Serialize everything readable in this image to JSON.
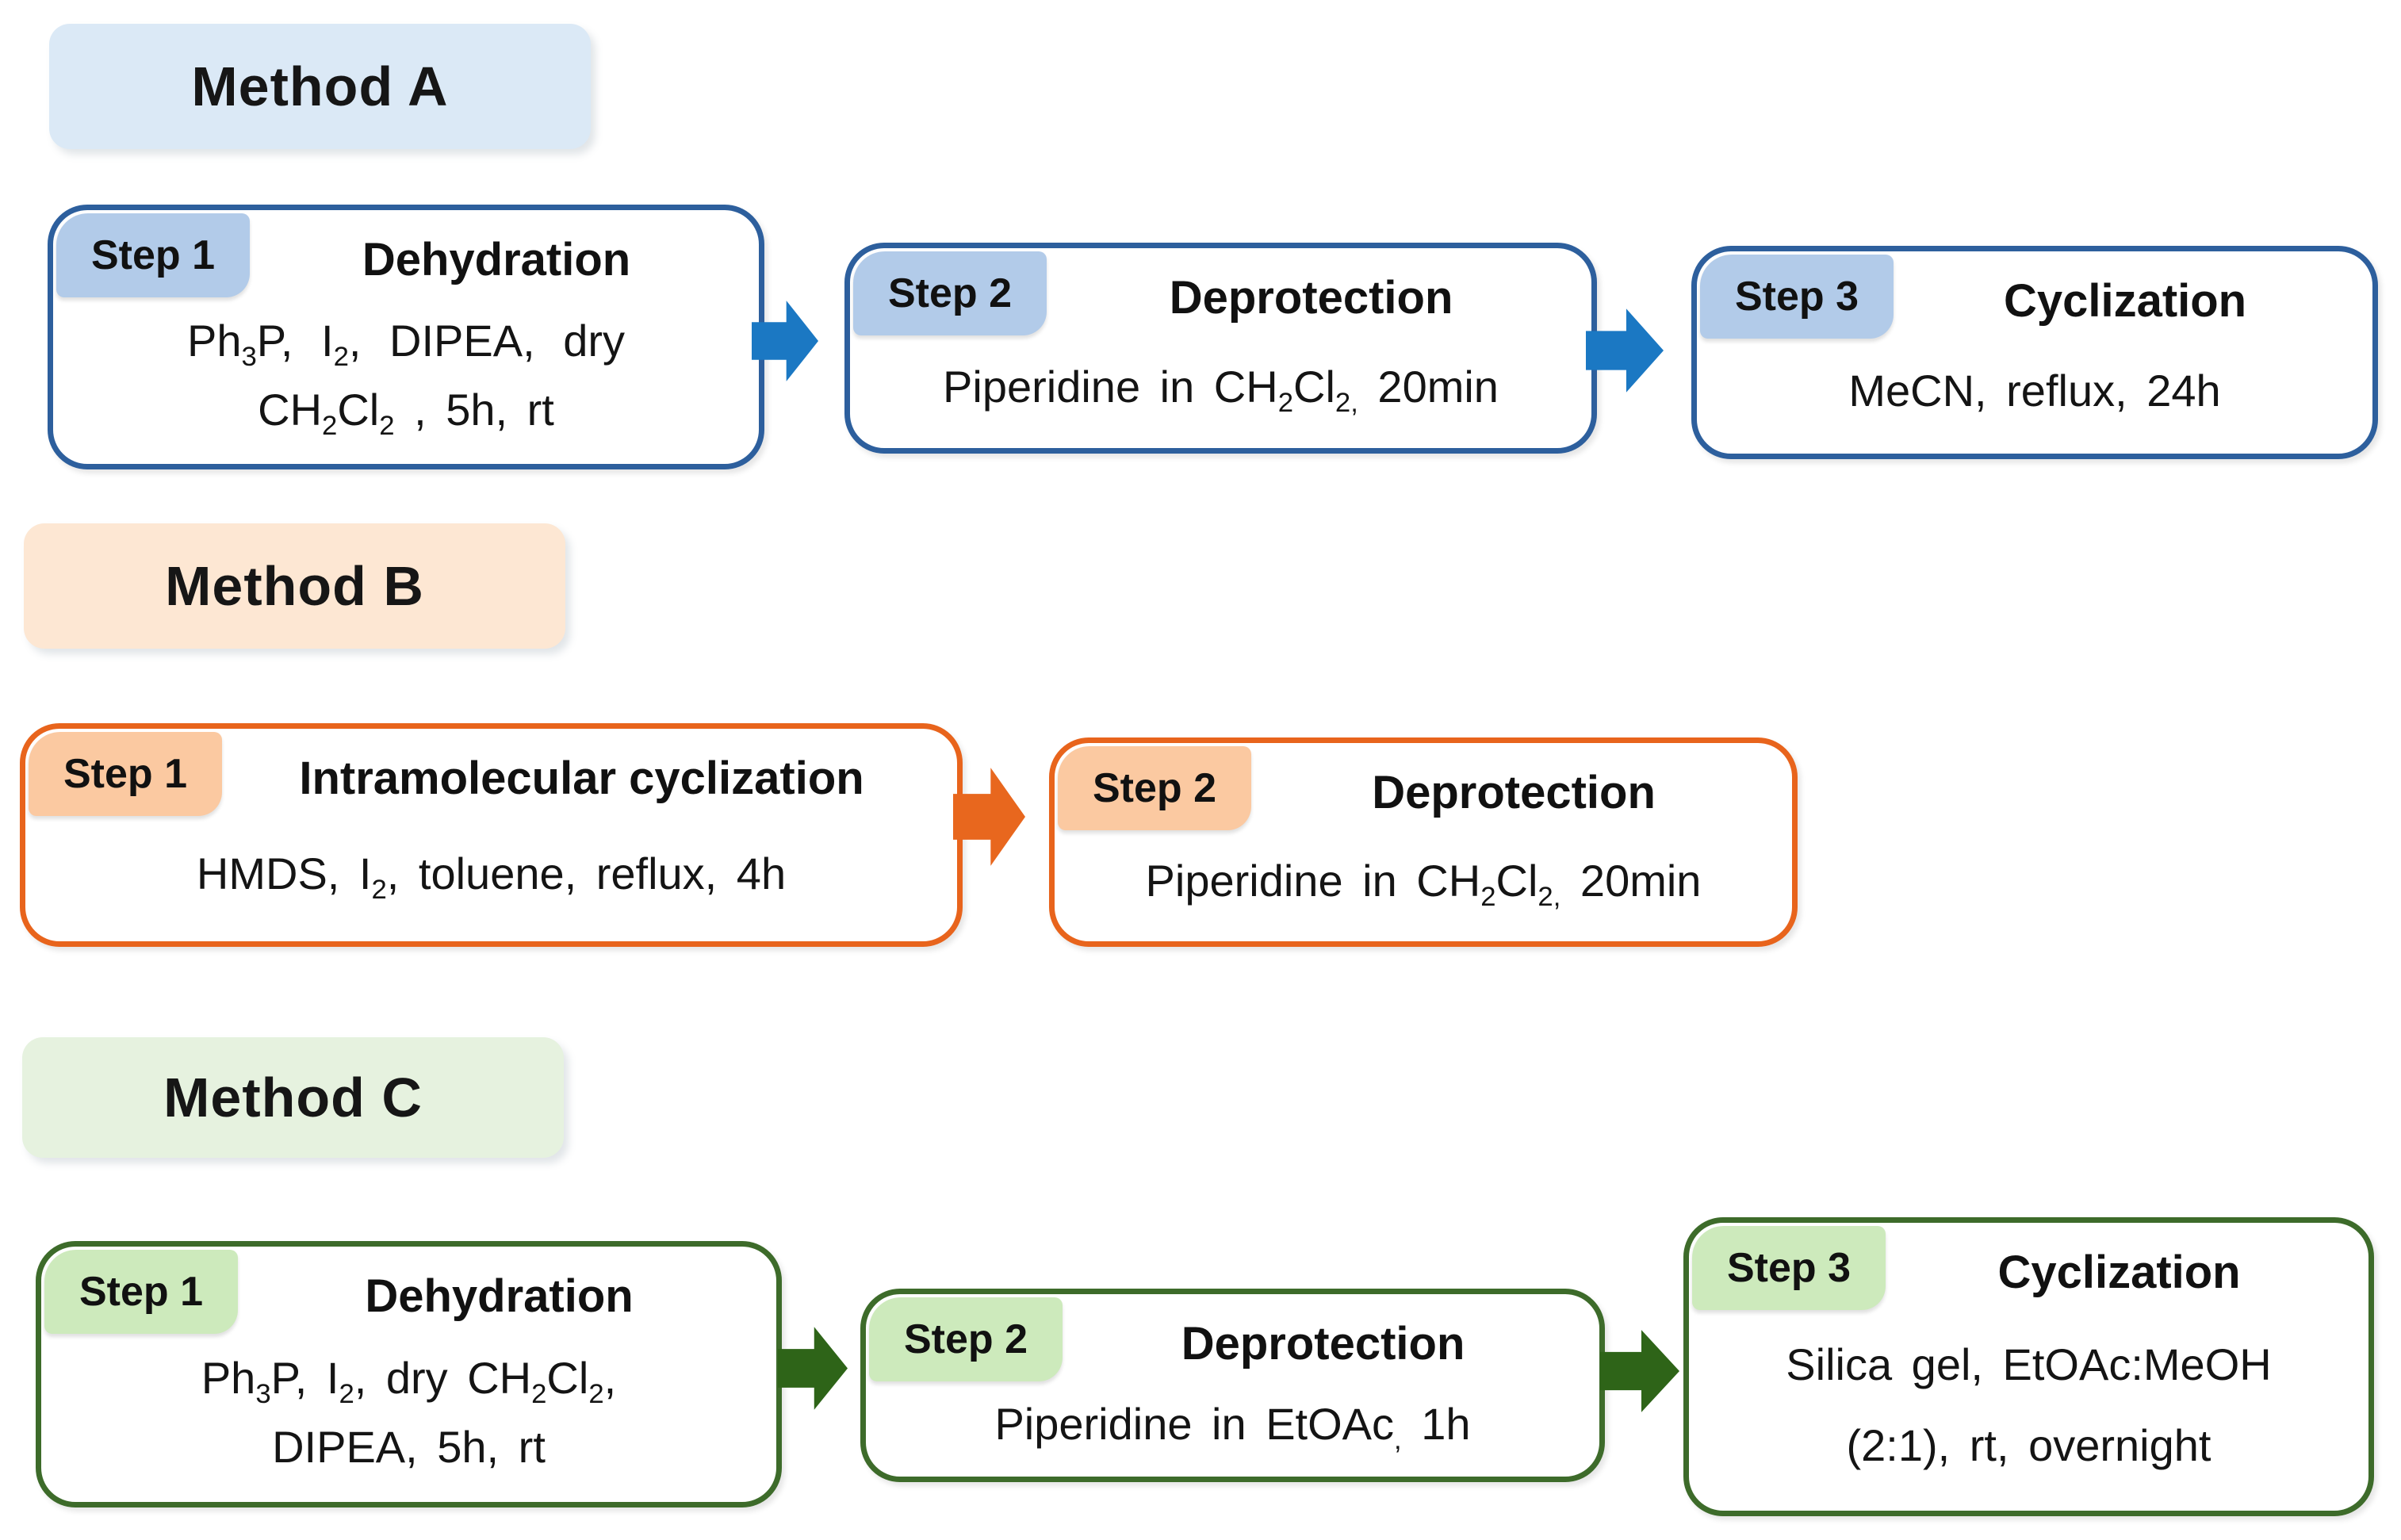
{
  "colors": {
    "blue-label": "#dbe9f6",
    "blue-badge": "#b2cbe9",
    "blue-border": "#2d5f9d",
    "blue-arrow": "#1b78c3",
    "orange-label": "#fde7d3",
    "orange-badge": "#fbc9a1",
    "orange-border": "#e8641c",
    "orange-arrow": "#e8671e",
    "green-label": "#e6f2df",
    "green-badge": "#cdeabc",
    "green-border": "#3d6b2a",
    "green-arrow": "#2e6418"
  },
  "methods": {
    "a": {
      "label": "Method A",
      "step1": {
        "badge": "Step 1",
        "title": "Dehydration",
        "l1a": "Ph",
        "l1sub1": "3",
        "l1b": "P, I",
        "l1sub2": "2",
        "l1c": ", DIPEA, dry",
        "l2a": "CH",
        "l2sub1": "2",
        "l2b": "Cl",
        "l2sub2": "2",
        "l2c": " , 5h, rt"
      },
      "step2": {
        "badge": "Step 2",
        "title": "Deprotection",
        "ba": "Piperidine in CH",
        "bsub1": "2",
        "bb": "Cl",
        "bsub2": "2,",
        "bc": " 20min"
      },
      "step3": {
        "badge": "Step 3",
        "title": "Cyclization",
        "body": "MeCN, reflux, 24h"
      }
    },
    "b": {
      "label": "Method B",
      "step1": {
        "badge": "Step 1",
        "title": "Intramolecular cyclization",
        "ba": "HMDS, I",
        "bsub1": "2",
        "bb": ", toluene, reflux, 4h"
      },
      "step2": {
        "badge": "Step 2",
        "title": "Deprotection",
        "ba": "Piperidine in CH",
        "bsub1": "2",
        "bb": "Cl",
        "bsub2": "2,",
        "bc": " 20min"
      }
    },
    "c": {
      "label": "Method C",
      "step1": {
        "badge": "Step 1",
        "title": "Dehydration",
        "l1a": "Ph",
        "l1sub1": "3",
        "l1b": "P, I",
        "l1sub2": "2",
        "l1c": ", dry CH",
        "l1sub3": "2",
        "l1d": "Cl",
        "l1sub4": "2",
        "l1e": ",",
        "l2": "DIPEA, 5h, rt"
      },
      "step2": {
        "badge": "Step 2",
        "title": "Deprotection",
        "ba": "Piperidine in EtOAc",
        "bsub1": ",",
        "bb": " 1h"
      },
      "step3": {
        "badge": "Step 3",
        "title": "Cyclization",
        "l1": "Silica gel, EtOAc:MeOH",
        "l2": "(2:1), rt, overnight"
      }
    }
  }
}
